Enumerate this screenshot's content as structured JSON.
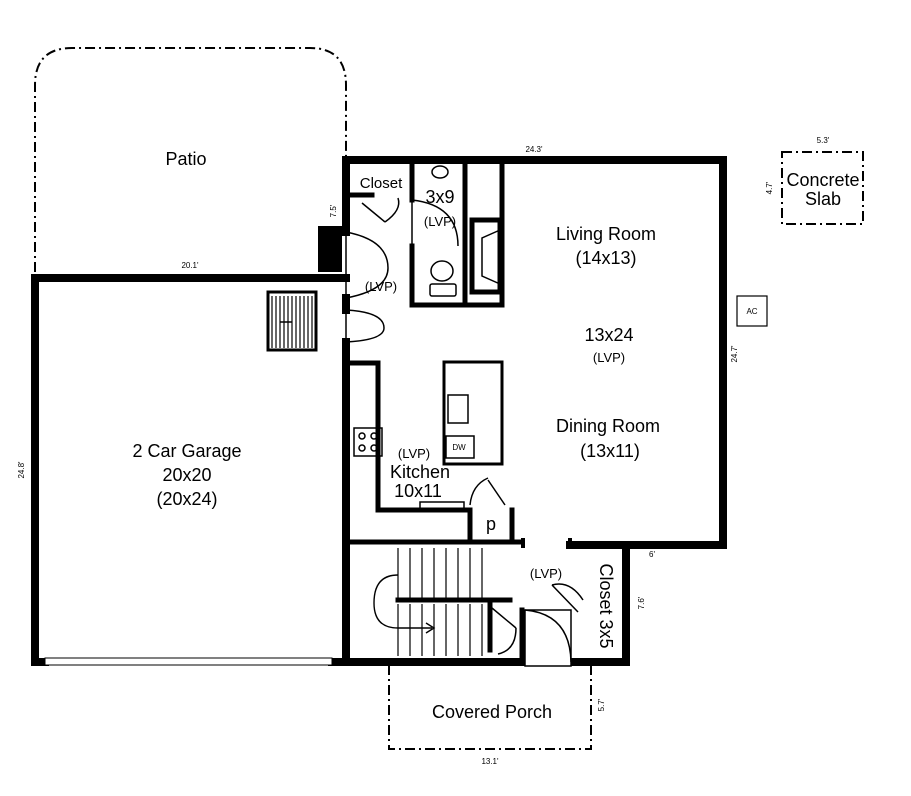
{
  "rooms": {
    "patio": "Patio",
    "closet": "Closet",
    "bath_size": "3x9",
    "bath_floor": "(LVP)",
    "back_entry_floor": "(LVP)",
    "living_room": "Living Room",
    "living_room_size": "(14x13)",
    "great_room_size": "13x24",
    "great_room_floor": "(LVP)",
    "dining_room": "Dining Room",
    "dining_room_size": "(13x11)",
    "dishwasher": "DW",
    "kitchen_floor": "(LVP)",
    "kitchen": "Kitchen",
    "kitchen_size": "10x11",
    "pantry": "p",
    "garage": "2 Car Garage",
    "garage_size": "20x20",
    "garage_size_alt": "(20x24)",
    "entry_floor": "(LVP)",
    "closet_3x5": "Closet 3x5",
    "covered_porch": "Covered Porch",
    "concrete_slab_line1": "Concrete",
    "concrete_slab_line2": "Slab",
    "ac": "AC"
  },
  "dimensions": {
    "house_width": "24.3'",
    "garage_width": "20.1'",
    "slab_width": "5.3'",
    "porch_width": "13.1'",
    "closet_depth": "6'",
    "entry_height": "7.5'",
    "slab_height": "4.7'",
    "house_depth": "24.7'",
    "garage_depth": "24.8'",
    "closet_height": "7.6'",
    "porch_depth": "5.7'"
  }
}
